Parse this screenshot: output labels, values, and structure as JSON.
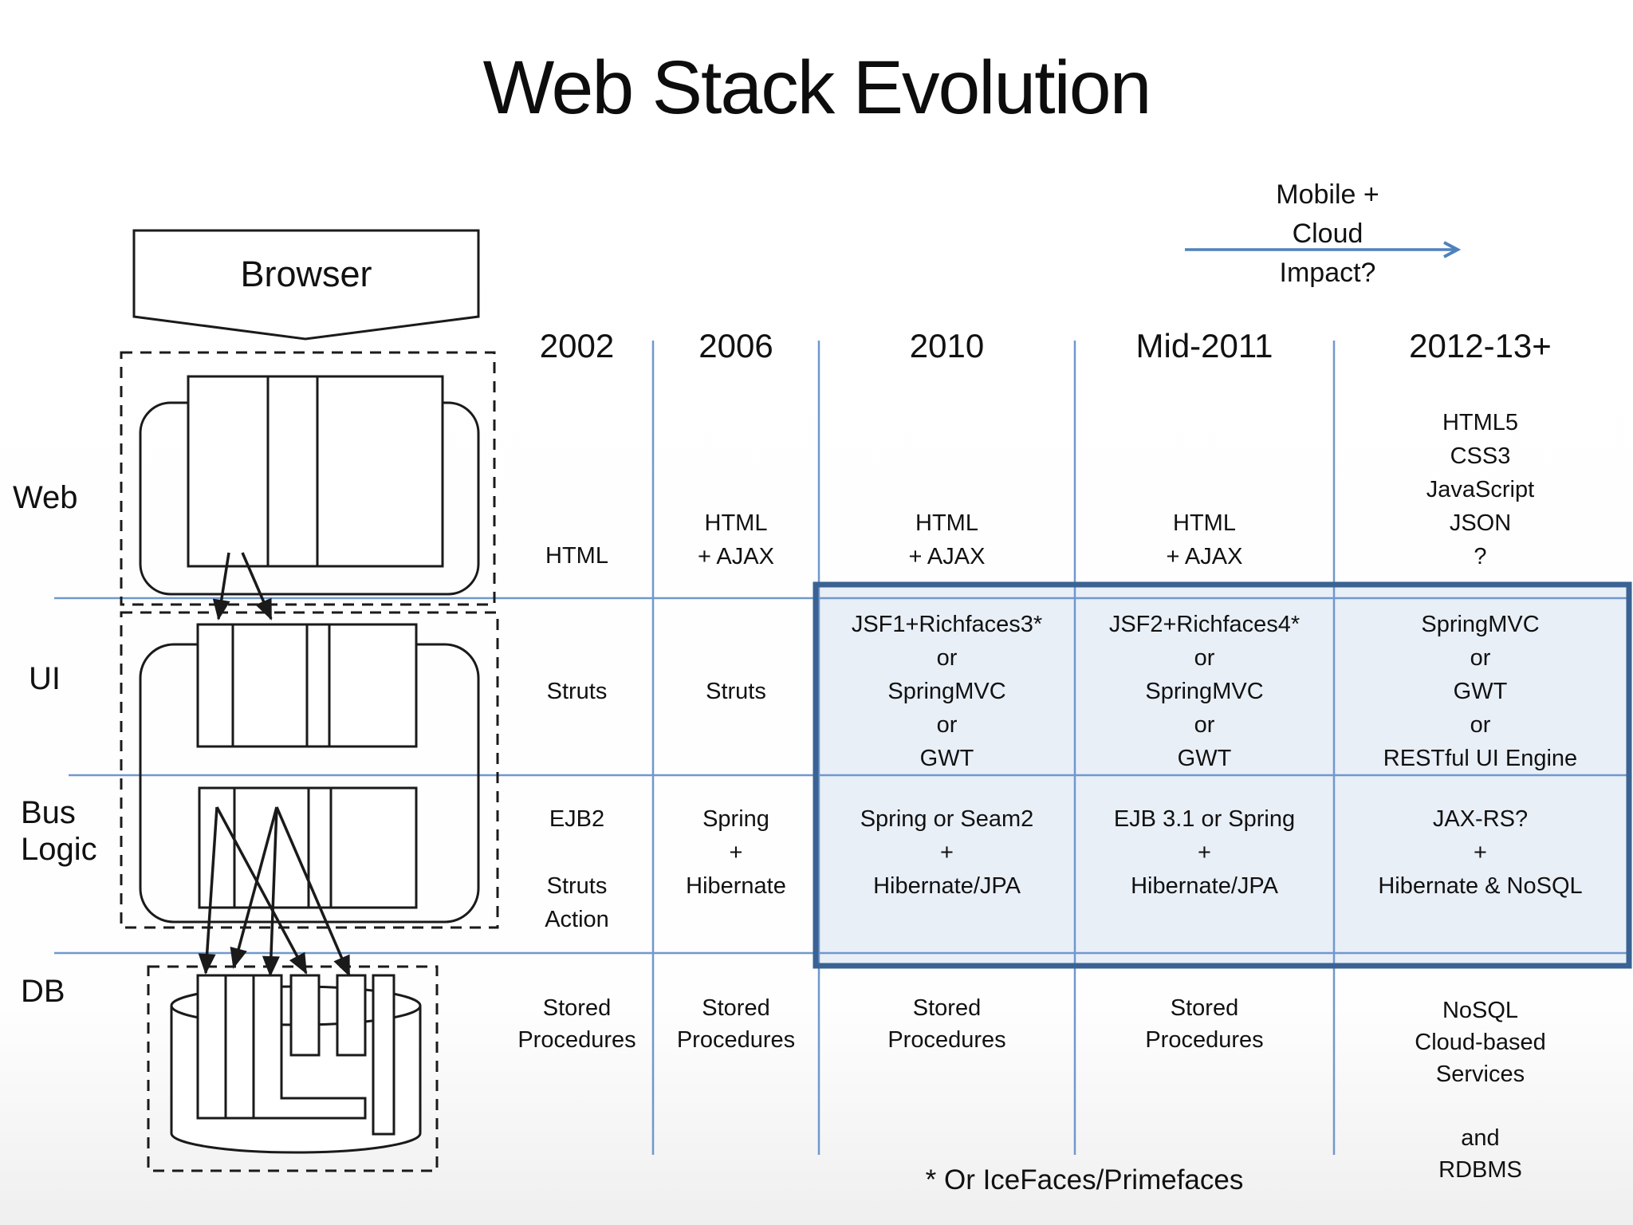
{
  "slide": {
    "title": "Web Stack Evolution",
    "impact_note": "Mobile +\nCloud\nImpact?",
    "browser_label": "Browser",
    "footnote": "* Or IceFaces/Primefaces"
  },
  "columns": [
    "2002",
    "2006",
    "2010",
    "Mid-2011",
    "2012-13+"
  ],
  "row_labels": [
    "Web",
    "UI",
    "Bus\nLogic",
    "DB"
  ],
  "cells": {
    "web": [
      "HTML",
      "HTML\n+ AJAX",
      "HTML\n+ AJAX",
      "HTML\n+ AJAX",
      "HTML5\nCSS3\nJavaScript\nJSON\n?"
    ],
    "ui": [
      "Struts",
      "Struts",
      "JSF1+Richfaces3*\nor\nSpringMVC\nor\nGWT",
      "JSF2+Richfaces4*\nor\nSpringMVC\nor\nGWT",
      "SpringMVC\nor\nGWT\nor\nRESTful UI Engine"
    ],
    "bus_logic": [
      "EJB2\n\nStruts\nAction",
      "Spring\n+\nHibernate",
      "Spring or Seam2\n+\nHibernate/JPA",
      "EJB 3.1 or Spring\n+\nHibernate/JPA",
      "JAX-RS?\n+\nHibernate & NoSQL"
    ],
    "db": [
      "Stored\nProcedures",
      "Stored\nProcedures",
      "Stored\nProcedures",
      "Stored\nProcedures",
      "NoSQL\nCloud-based\nServices\n\nand\nRDBMS"
    ]
  },
  "colors": {
    "accent_arrow_blue": "#4f81bd",
    "grid_line_blue": "#7098cc",
    "highlight_border": "#3a6293",
    "highlight_fill": "#e9eff7",
    "diagram_ink": "#1a1a1a",
    "text": "#111111"
  }
}
